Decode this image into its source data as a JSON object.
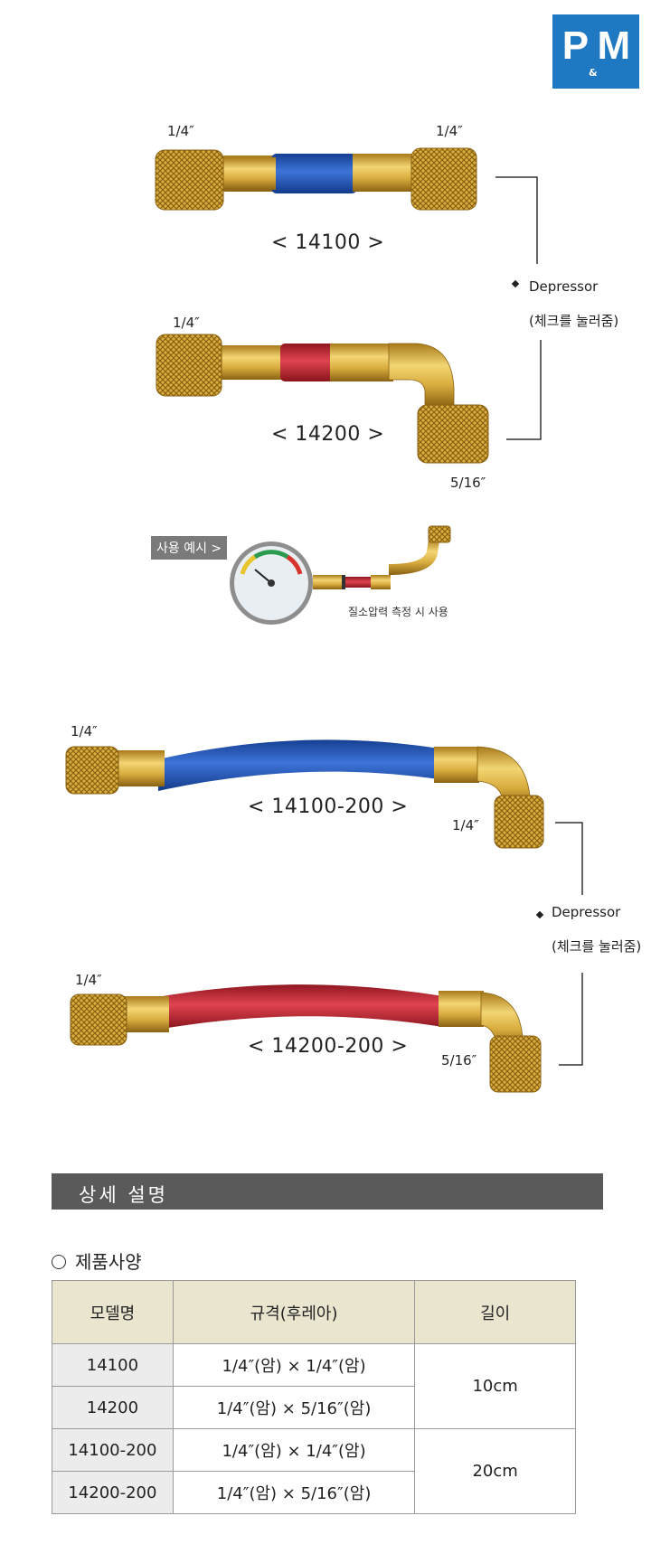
{
  "brand": {
    "logo_text": "P M",
    "logo_amp": "&"
  },
  "product1": {
    "left_size": "1/4″",
    "right_size": "1/4″",
    "model": "< 14100 >"
  },
  "product2": {
    "left_size": "1/4″",
    "right_size": "5/16″",
    "model": "< 14200 >"
  },
  "depressor_group1": {
    "label": "Depressor",
    "note": "(체크를 눌러줌)"
  },
  "usage": {
    "badge": "사용 예시 >",
    "note": "질소압력 측정 시 사용"
  },
  "product3": {
    "left_size": "1/4″",
    "right_size": "1/4″",
    "model": "< 14100-200 >"
  },
  "product4": {
    "left_size": "1/4″",
    "right_size": "5/16″",
    "model": "< 14200-200 >"
  },
  "depressor_group2": {
    "label": "Depressor",
    "note": "(체크를 눌러줌)"
  },
  "section": {
    "title": "상세 설명"
  },
  "spec": {
    "title": "제품사양",
    "headers": [
      "모델명",
      "규격(후레아)",
      "길이"
    ],
    "rows": [
      {
        "model": "14100",
        "spec": "1/4″(암) × 1/4″(암)"
      },
      {
        "model": "14200",
        "spec": "1/4″(암) × 5/16″(암)"
      },
      {
        "model": "14100-200",
        "spec": "1/4″(암) × 1/4″(암)"
      },
      {
        "model": "14200-200",
        "spec": "1/4″(암) × 5/16″(암)"
      }
    ],
    "lengths": [
      "10cm",
      "20cm"
    ]
  },
  "colors": {
    "brand_blue": "#1e78c2",
    "hose_blue": "#1f55b8",
    "hose_red": "#c8242f",
    "brass": "#d4a93a",
    "section_bar": "#5a5a5a",
    "table_header": "#e9e5cf"
  }
}
